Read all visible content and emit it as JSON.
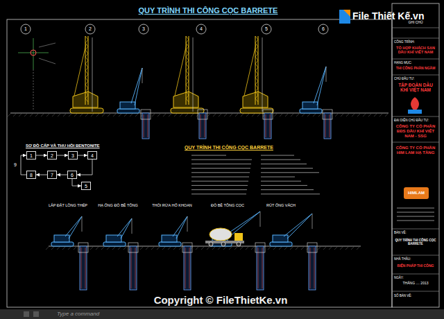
{
  "diagram": {
    "title": "QUY TRÌNH THI CÔNG CỌC BARRETE",
    "nodes": [
      {
        "text": [
          "1"
        ]
      },
      {
        "text": [
          "2"
        ]
      },
      {
        "text": [
          "3"
        ]
      },
      {
        "text": [
          "4"
        ]
      },
      {
        "text": [
          "8"
        ]
      },
      {
        "text": [
          "7"
        ]
      },
      {
        "text": [
          "6"
        ]
      },
      {
        "text": [
          "5"
        ]
      }
    ],
    "edges": [
      {
        "from": 0,
        "to": 1,
        "arrow": "to"
      },
      {
        "from": 1,
        "to": 2,
        "arrow": "to"
      },
      {
        "from": 2,
        "to": 3,
        "arrow": "to"
      },
      {
        "from": 3,
        "to": 6,
        "arrow": "to"
      },
      {
        "from": 6,
        "to": 5,
        "arrow": "to"
      },
      {
        "from": 5,
        "to": 4,
        "arrow": "to"
      },
      {
        "from": 4,
        "to": 0,
        "arrow": "to"
      },
      {
        "from": 6,
        "to": 7,
        "arrow": "to"
      }
    ],
    "labels": [
      "1",
      "2",
      "3",
      "4",
      "5",
      "6",
      "SƠ ĐỒ CẤP VÀ THU HỒI BENTONITE",
      "9",
      "QUY TRÌNH THI CÔNG CỌC BARRETE",
      "LẮP ĐẶT LỒNG THÉP",
      "HẠ ỐNG ĐỔ BÊ TÔNG",
      "THỔI RỬA HỐ KHOAN",
      "ĐỔ BÊ TÔNG CỌC",
      "RÚT ỐNG VÁCH",
      "GHI CHÚ",
      "CÔNG TRÌNH:",
      "TỔ HỢP KHÁCH SẠN DẦU KHÍ VIỆT NAM",
      "HẠNG MỤC:",
      "THI CÔNG PHẦN NGẦM",
      "CHỦ ĐẦU TƯ:",
      "TẬP ĐOÀN DẦU KHÍ VIỆT NAM",
      "ĐẠI DIỆN CHỦ ĐẦU TƯ:",
      "CÔNG TY CỔ PHẦN BĐS DẦU KHÍ VIỆT NAM - SSG",
      "CÔNG TY CỔ PHẦN HIM LAM HẠ TẦNG",
      "HIMLAM",
      "BẢN VẼ:",
      "QUY TRÌNH THI CÔNG CỌC BARRETE",
      "NHÀ THẦU:",
      "BIỆN PHÁP THI CÔNG",
      "NGÀY:",
      "THÁNG .... 2013",
      "SỐ BẢN VẼ:",
      "File Thiết Kế.vn",
      "Copyright © FileThietKe.vn",
      "Type a command"
    ]
  }
}
